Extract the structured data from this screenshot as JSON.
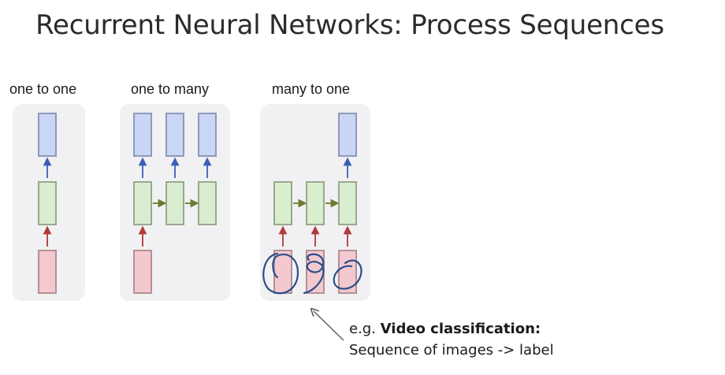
{
  "slide": {
    "title": "Recurrent Neural Networks: Process Sequences"
  },
  "panels": [
    {
      "label": "one to one"
    },
    {
      "label": "one to many"
    },
    {
      "label": "many to one"
    }
  ],
  "caption": {
    "prefix": "e.g. ",
    "bold": "Video classification:",
    "line2": "Sequence of images -> label"
  },
  "colors": {
    "output_box": "#c9d6f5",
    "hidden_box": "#d9edcf",
    "input_box": "#f3c9cf",
    "up_arrow_output": "#3a5fb5",
    "up_arrow_input": "#b03a3a",
    "recurrent_arrow": "#6b7a2e",
    "handwriting": "#2a4e8a"
  }
}
